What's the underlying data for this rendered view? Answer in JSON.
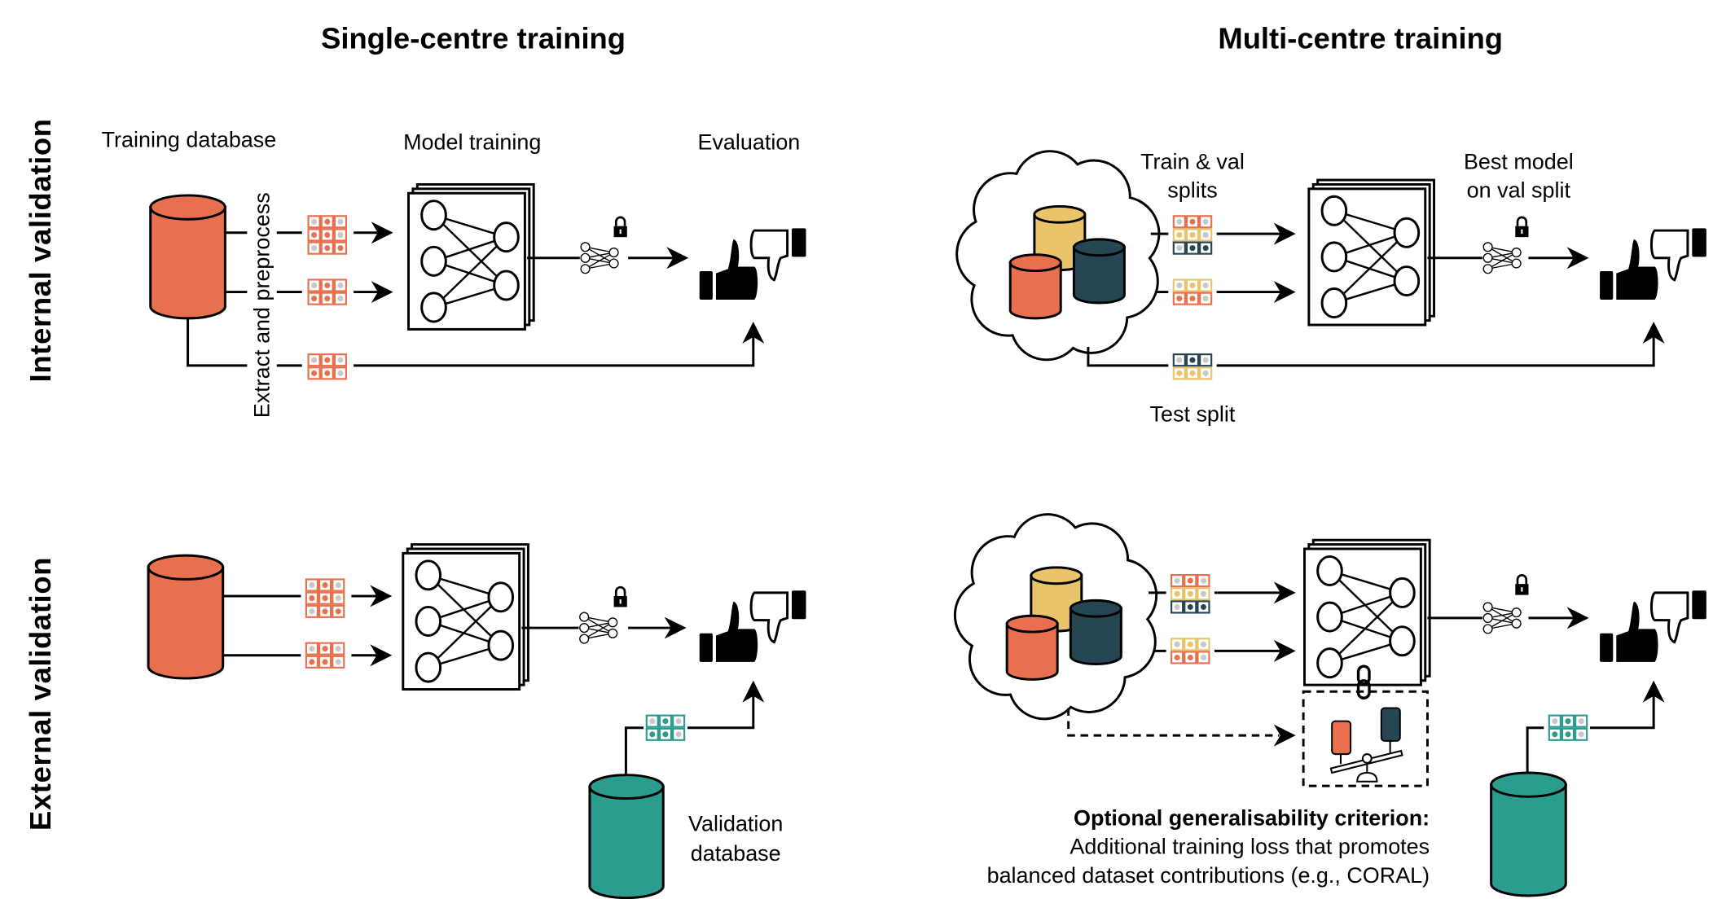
{
  "columns": {
    "single": "Single-centre training",
    "multi": "Multi-centre training"
  },
  "rows": {
    "internal": "Internal validation",
    "external": "External validation"
  },
  "labels": {
    "training_database": "Training database",
    "model_training": "Model training",
    "evaluation": "Evaluation",
    "extract_preprocess": "Extract and preprocess",
    "train_val_line1": "Train & val",
    "train_val_line2": "splits",
    "best_model_line1": "Best model",
    "best_model_line2": "on val split",
    "test_split": "Test split",
    "validation_db_line1": "Validation",
    "validation_db_line2": "database",
    "optional_title": "Optional generalisability criterion:",
    "optional_line1": "Additional training loss that promotes",
    "optional_line2": "balanced dataset contributions (e.g., CORAL)"
  },
  "colors": {
    "orange": "#E8704F",
    "yellow": "#E9C46A",
    "dark_teal": "#264653",
    "teal": "#2A9D8F",
    "line": "#000000"
  },
  "icons": [
    "database-cylinder-icon",
    "data-grid-icon",
    "neural-network-icon",
    "lock-icon",
    "thumbs-up-down-icon",
    "cloud-icon",
    "link-icon",
    "balance-scale-icon"
  ]
}
